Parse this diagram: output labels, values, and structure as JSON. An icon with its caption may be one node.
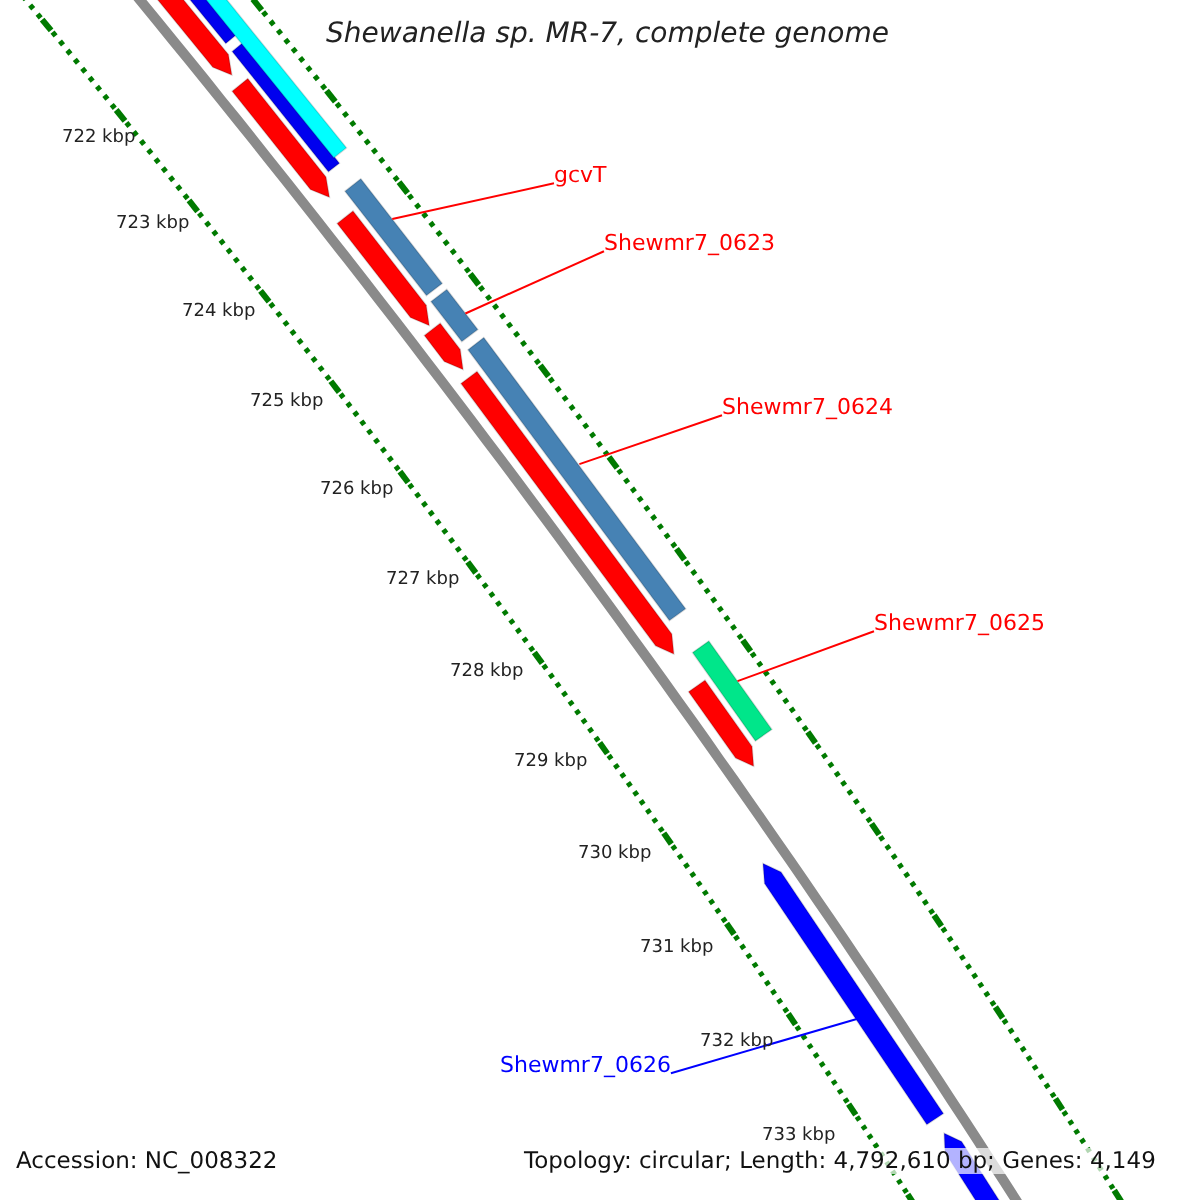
{
  "diagram": {
    "title": "Shewanella sp. MR-7, complete genome",
    "nodes": [
      {
        "text": [
          "gcvT"
        ]
      },
      {
        "text": [
          "Shewmr7_0623"
        ]
      },
      {
        "text": [
          "Shewmr7_0624"
        ]
      },
      {
        "text": [
          "Shewmr7_0625"
        ]
      },
      {
        "text": [
          "Shewmr7_0626"
        ]
      },
      {
        "text": [],
        "shape": "bar"
      },
      {
        "text": [],
        "shape": "bar"
      },
      {
        "text": [],
        "shape": "bar"
      },
      {
        "text": [],
        "shape": "bar"
      },
      {
        "text": [],
        "shape": "bar"
      }
    ],
    "edges": [
      {
        "from": 0,
        "to": 5,
        "arrow": "none"
      },
      {
        "from": 1,
        "to": 6,
        "arrow": "none"
      },
      {
        "from": 2,
        "to": 7,
        "arrow": "none"
      },
      {
        "from": 3,
        "to": 8,
        "arrow": "none"
      },
      {
        "from": 4,
        "to": 9,
        "arrow": "none",
        "color": "#0000ff"
      }
    ],
    "labels": [
      "722 kbp",
      "723 kbp",
      "724 kbp",
      "725 kbp",
      "726 kbp",
      "727 kbp",
      "728 kbp",
      "729 kbp",
      "730 kbp",
      "731 kbp",
      "732 kbp",
      "733 kbp",
      "Accession: NC_008322",
      "Topology: circular; Length: 4,792,610 bp; Genes: 4,149"
    ]
  }
}
